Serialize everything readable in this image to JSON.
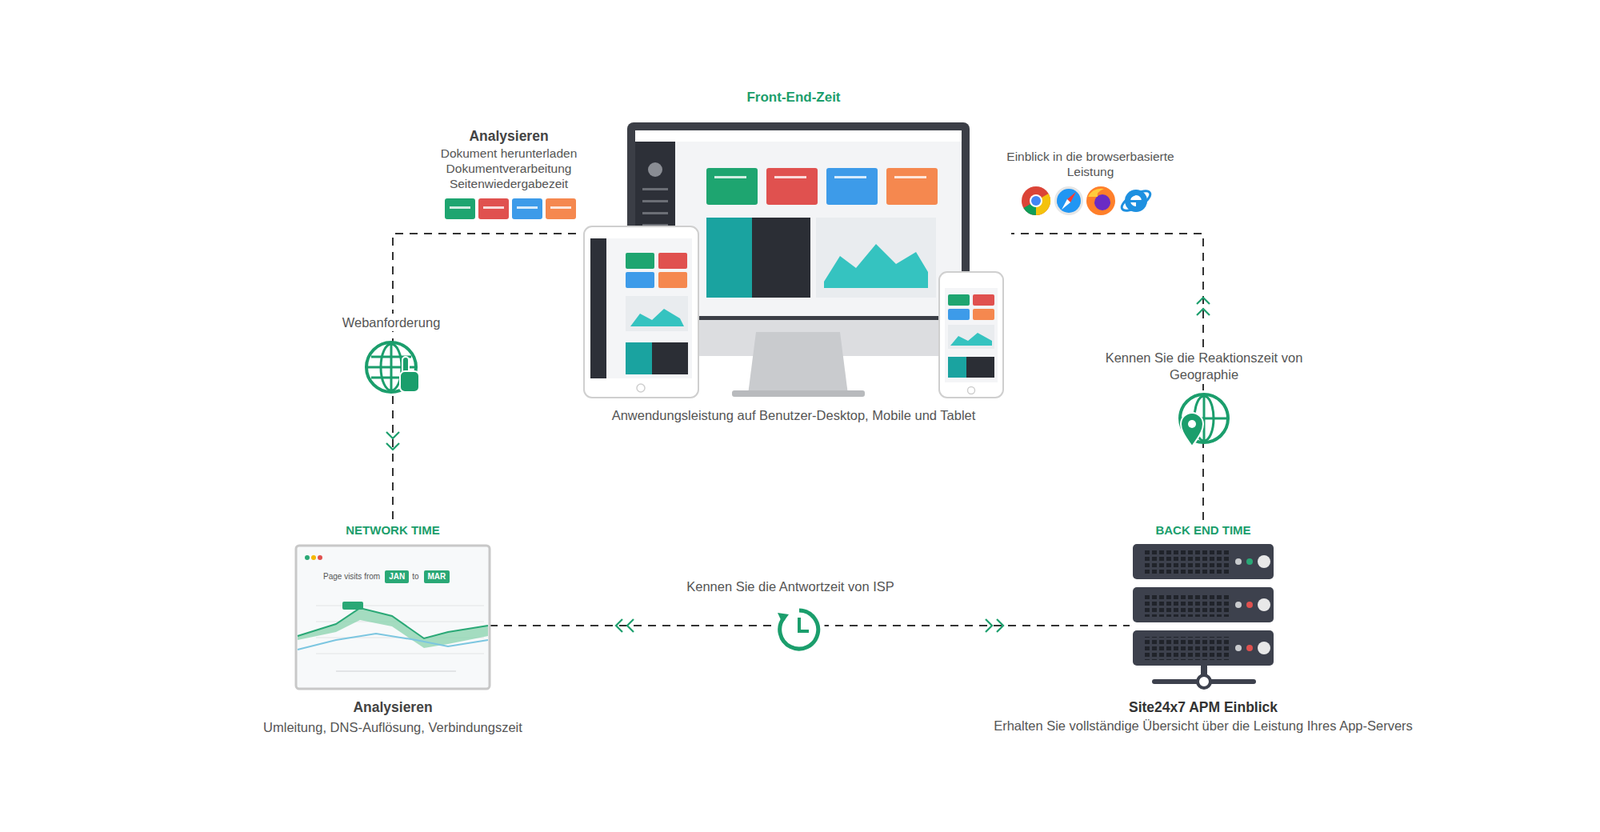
{
  "diagram": {
    "nodes": [
      {
        "text": [
          "Front-End-Zeit",
          "Anwendungsleistung auf Benutzer-Desktop, Mobile und Tablet"
        ]
      },
      {
        "text": [
          "NETWORK TIME",
          "Analysieren",
          "Umleitung, DNS-Auflösung, Verbindungszeit"
        ]
      },
      {
        "text": [
          "BACK END TIME",
          "Site24x7 APM Einblick",
          "Erhalten Sie vollständige Übersicht über die Leistung Ihres App-Servers"
        ]
      }
    ],
    "edges": [
      {
        "from": 0,
        "to": 1,
        "arrow": "to",
        "label": "Webanforderung"
      },
      {
        "from": 1,
        "to": 2,
        "arrow": "both",
        "label": "Kennen Sie die Antwortzeit von ISP"
      },
      {
        "from": 2,
        "to": 0,
        "arrow": "to",
        "label": "Kennen Sie die Reaktionszeit von Geographie"
      }
    ],
    "labels": [
      "Analysieren",
      "Dokument herunterladen",
      "Dokumentverarbeitung",
      "Seitenwiedergabezeit",
      "Einblick in die browserbasierte Leistung",
      "Page visits from",
      "JAN",
      "to",
      "MAR"
    ]
  }
}
